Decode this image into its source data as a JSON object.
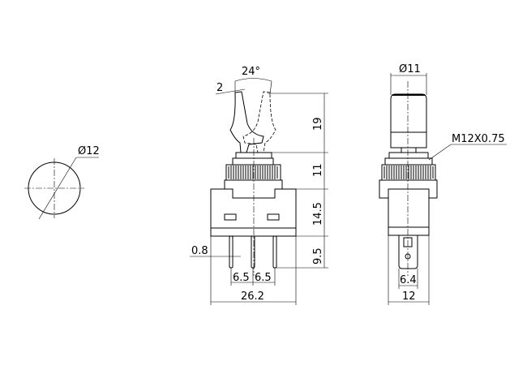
{
  "top_view": {
    "diameter_label": "Ø12"
  },
  "front_view": {
    "angle_label": "24°",
    "lever_offset_label": "2",
    "height_lever_label": "19",
    "height_nut_label": "11",
    "height_body_label": "14.5",
    "height_pins_label": "9.5",
    "pin_thickness_label": "0.8",
    "pin_pitch_left_label": "6.5",
    "pin_pitch_right_label": "6.5",
    "body_width_label": "26.2"
  },
  "side_view": {
    "cap_diameter_label": "Ø11",
    "thread_label": "M12X0.75",
    "terminal_width_label": "6.4",
    "body_width_label": "12"
  }
}
